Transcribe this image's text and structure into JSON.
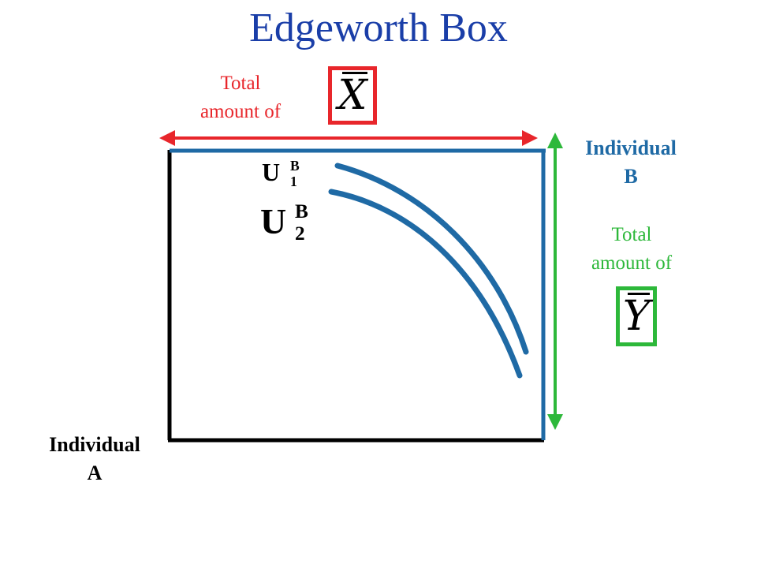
{
  "title": "Edgeworth Box",
  "top_label": {
    "text_line1": "Total",
    "text_line2": "amount of",
    "symbol": "X",
    "color": "#e8262b"
  },
  "right_label": {
    "text_line1": "Total",
    "text_line2": "amount of",
    "symbol": "Y",
    "color": "#2db83a"
  },
  "individual_b": {
    "line1": "Individual",
    "line2": "B",
    "color": "#1f6aa5"
  },
  "individual_a": {
    "line1": "Individual",
    "line2": "A",
    "color": "#000000"
  },
  "curves": [
    {
      "base": "U",
      "sup": "B",
      "sub": "1"
    },
    {
      "base": "U",
      "sup": "B",
      "sub": "2"
    }
  ],
  "colors": {
    "title": "#1a3ea8",
    "box_blue": "#1f6aa5",
    "box_black": "#000000",
    "curve": "#1f6aa5"
  }
}
